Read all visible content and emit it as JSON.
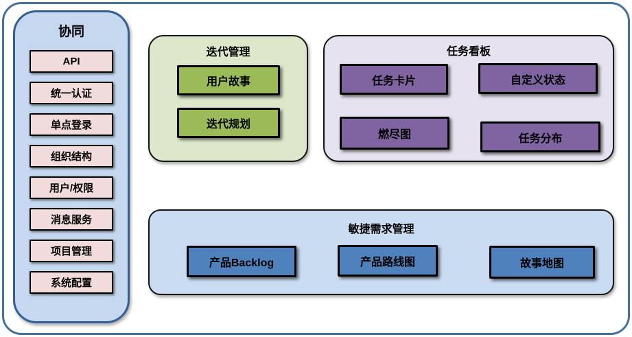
{
  "sidebar": {
    "title": "协同",
    "items": [
      "API",
      "统一认证",
      "单点登录",
      "组织结构",
      "用户/权限",
      "消息服务",
      "项目管理",
      "系统配置"
    ]
  },
  "groups": {
    "iteration": {
      "title": "迭代管理",
      "items": [
        "用户故事",
        "迭代规划"
      ]
    },
    "kanban": {
      "title": "任务看板",
      "items": [
        "任务卡片",
        "自定义状态",
        "燃尽图",
        "任务分布"
      ]
    },
    "agile": {
      "title": "敏捷需求管理",
      "items": [
        "产品Backlog",
        "产品路线图",
        "故事地图"
      ]
    }
  },
  "colors": {
    "frame_border": "#44709d",
    "sidebar_bg": "#c5d8ef",
    "sidebar_border": "#365f91",
    "sidebar_item_bg": "#f2dcdb",
    "iteration_bg": "#dce8c9",
    "iteration_item_bg": "#9bbb59",
    "kanban_bg": "#e7e2ef",
    "kanban_item_bg": "#8064a2",
    "agile_bg": "#cadcf2",
    "agile_item_bg": "#4f81bd",
    "box_border": "#000000",
    "text": "#000000"
  }
}
